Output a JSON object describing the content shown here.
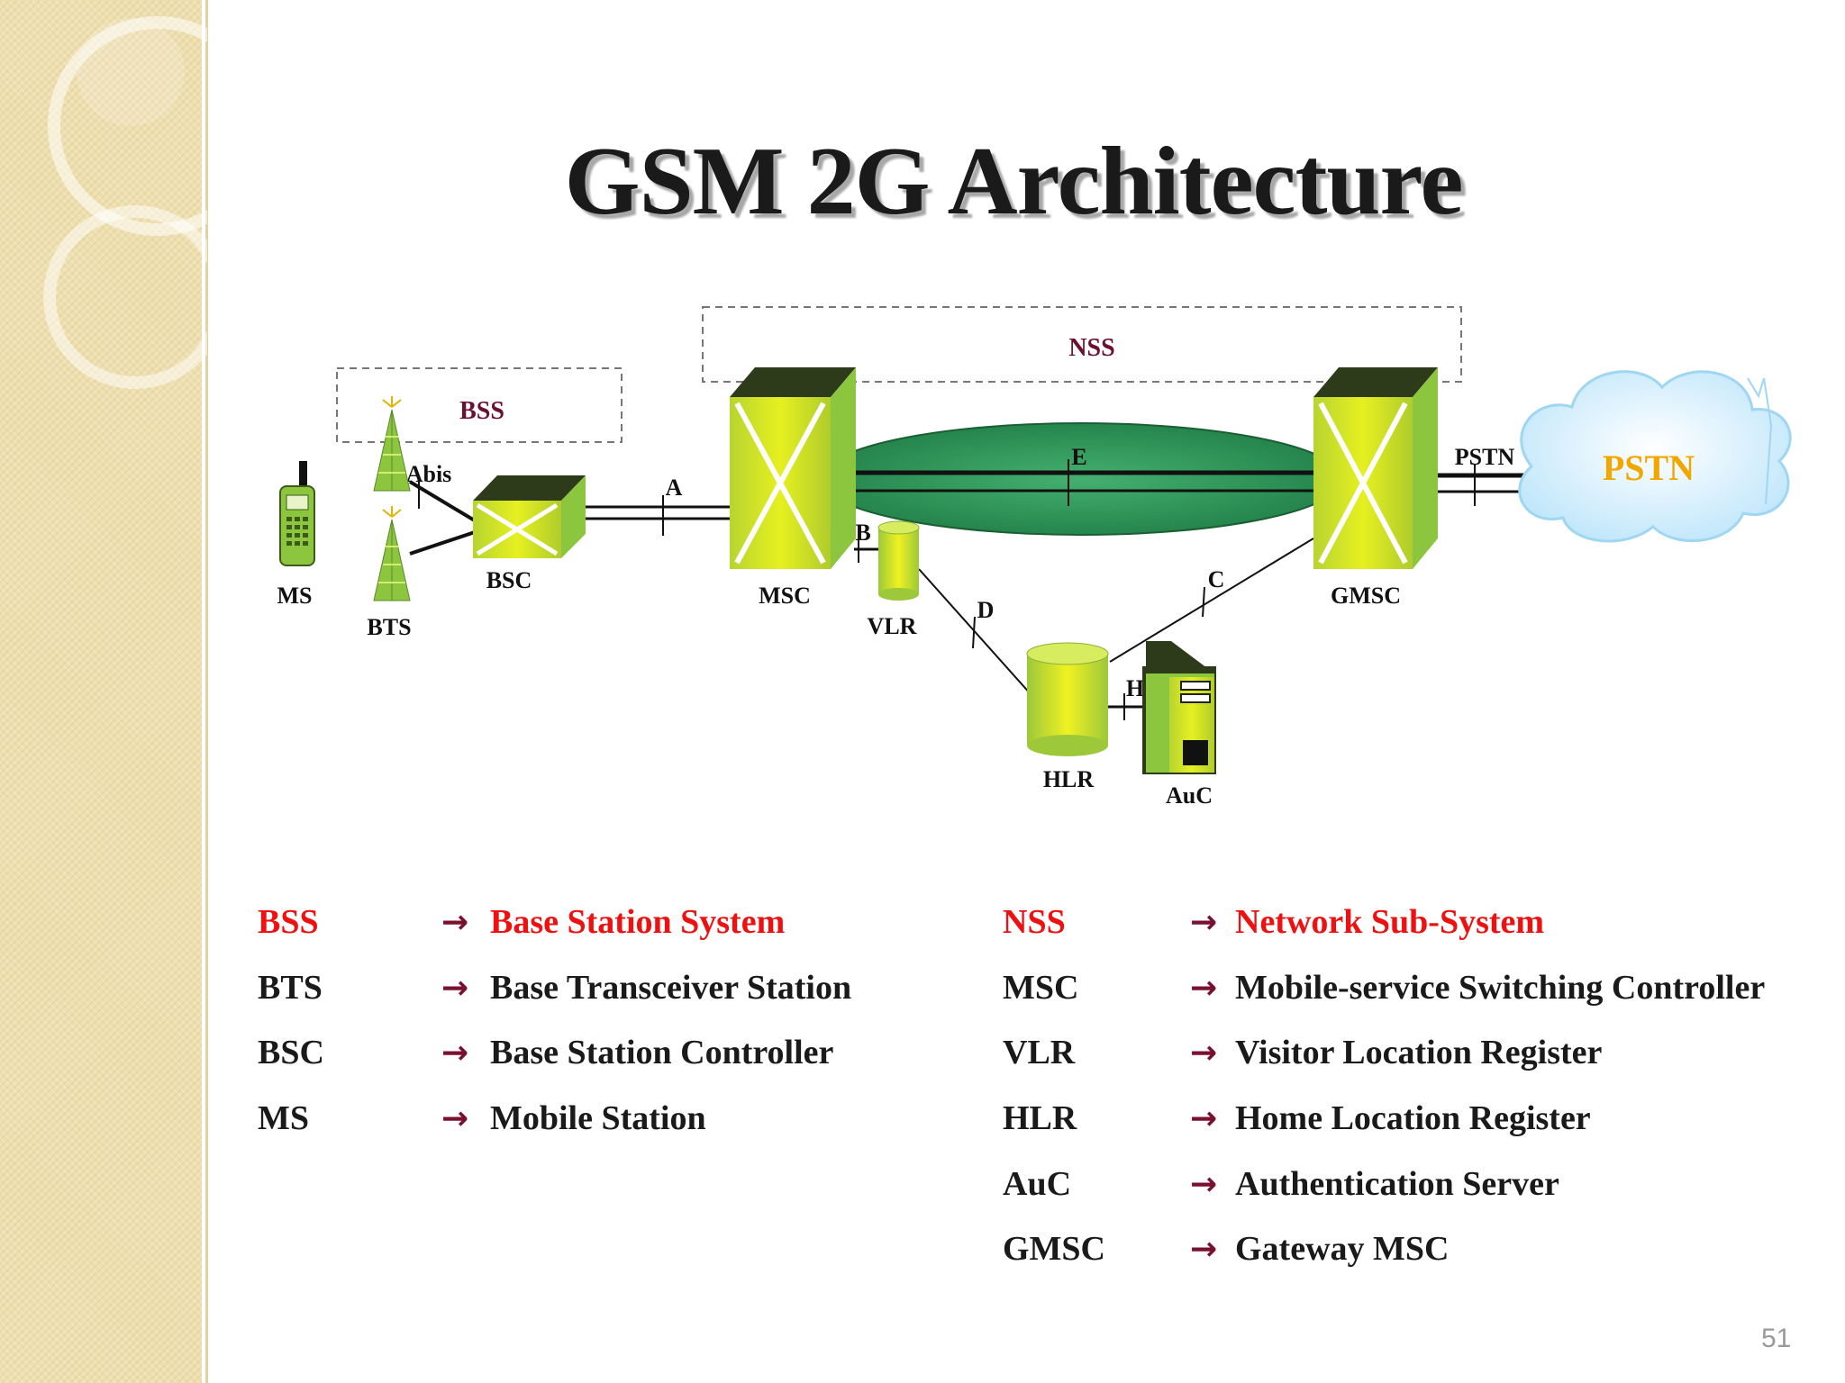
{
  "slide": {
    "title": "GSM 2G Architecture",
    "page_number": "51"
  },
  "diagram": {
    "groups": {
      "bss": "BSS",
      "nss": "NSS"
    },
    "nodes": {
      "ms": "MS",
      "bts": "BTS",
      "bsc": "BSC",
      "msc": "MSC",
      "vlr": "VLR",
      "hlr": "HLR",
      "auc": "AuC",
      "gmsc": "GMSC",
      "pstn_cloud": "PSTN"
    },
    "interfaces": {
      "abis": "Abis",
      "a": "A",
      "b": "B",
      "c": "C",
      "d": "D",
      "e": "E",
      "h": "H",
      "pstn": "PSTN"
    }
  },
  "legend": {
    "arrow_glyph": "→",
    "left": [
      {
        "abbr": "BSS",
        "desc": "Base Station System",
        "highlight": true
      },
      {
        "abbr": "BTS",
        "desc": "Base Transceiver Station",
        "highlight": false
      },
      {
        "abbr": "BSC",
        "desc": "Base Station Controller",
        "highlight": false
      },
      {
        "abbr": "MS",
        "desc": "Mobile Station",
        "highlight": false
      }
    ],
    "right": [
      {
        "abbr": "NSS",
        "desc": "Network Sub-System",
        "highlight": true
      },
      {
        "abbr": "MSC",
        "desc": "Mobile-service Switching Controller",
        "highlight": false
      },
      {
        "abbr": "VLR",
        "desc": "Visitor Location Register",
        "highlight": false
      },
      {
        "abbr": "HLR",
        "desc": "Home Location Register",
        "highlight": false
      },
      {
        "abbr": "AuC",
        "desc": "Authentication Server",
        "highlight": false
      },
      {
        "abbr": "GMSC",
        "desc": "Gateway MSC",
        "highlight": false
      }
    ]
  },
  "colors": {
    "highlight_text": "#ee1111",
    "group_label": "#6b1030",
    "pstn_label": "#f0a800",
    "arrow": "#7a1030",
    "device_green": "#c8dc2a",
    "device_dark": "#2d3b1a",
    "device_side": "#8cc63f",
    "trunk_ellipse": "#2e9a5a",
    "cloud_fill": "#cfeeff"
  }
}
